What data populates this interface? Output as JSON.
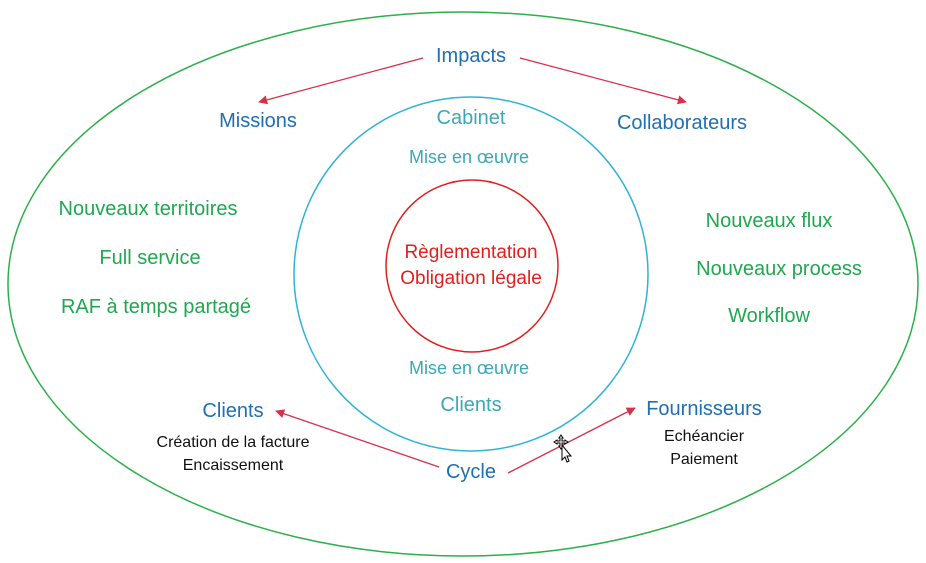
{
  "top": {
    "impacts": "Impacts",
    "missions": "Missions",
    "collaborateurs": "Collaborateurs"
  },
  "middle": {
    "cabinet": "Cabinet",
    "mise_top": "Mise en œuvre",
    "mise_bottom": "Mise en œuvre",
    "clients": "Clients"
  },
  "core": {
    "line1": "Règlementation",
    "line2": "Obligation légale"
  },
  "left": {
    "items": [
      "Nouveaux territoires",
      "Full service",
      "RAF à temps partagé"
    ]
  },
  "right": {
    "items": [
      "Nouveaux flux",
      "Nouveaux process",
      "Workflow"
    ]
  },
  "bottom": {
    "cycle": "Cycle",
    "clients": "Clients",
    "clients_lines": [
      "Création de la facture",
      "Encaissement"
    ],
    "fournisseurs": "Fournisseurs",
    "fournisseurs_lines": [
      "Echéancier",
      "Paiement"
    ]
  },
  "colors": {
    "outer": "#2bb04a",
    "middle": "#2fb3d6",
    "inner": "#e0201f",
    "arrow": "#d9304a"
  },
  "cursor_icon": "move-cursor-icon"
}
